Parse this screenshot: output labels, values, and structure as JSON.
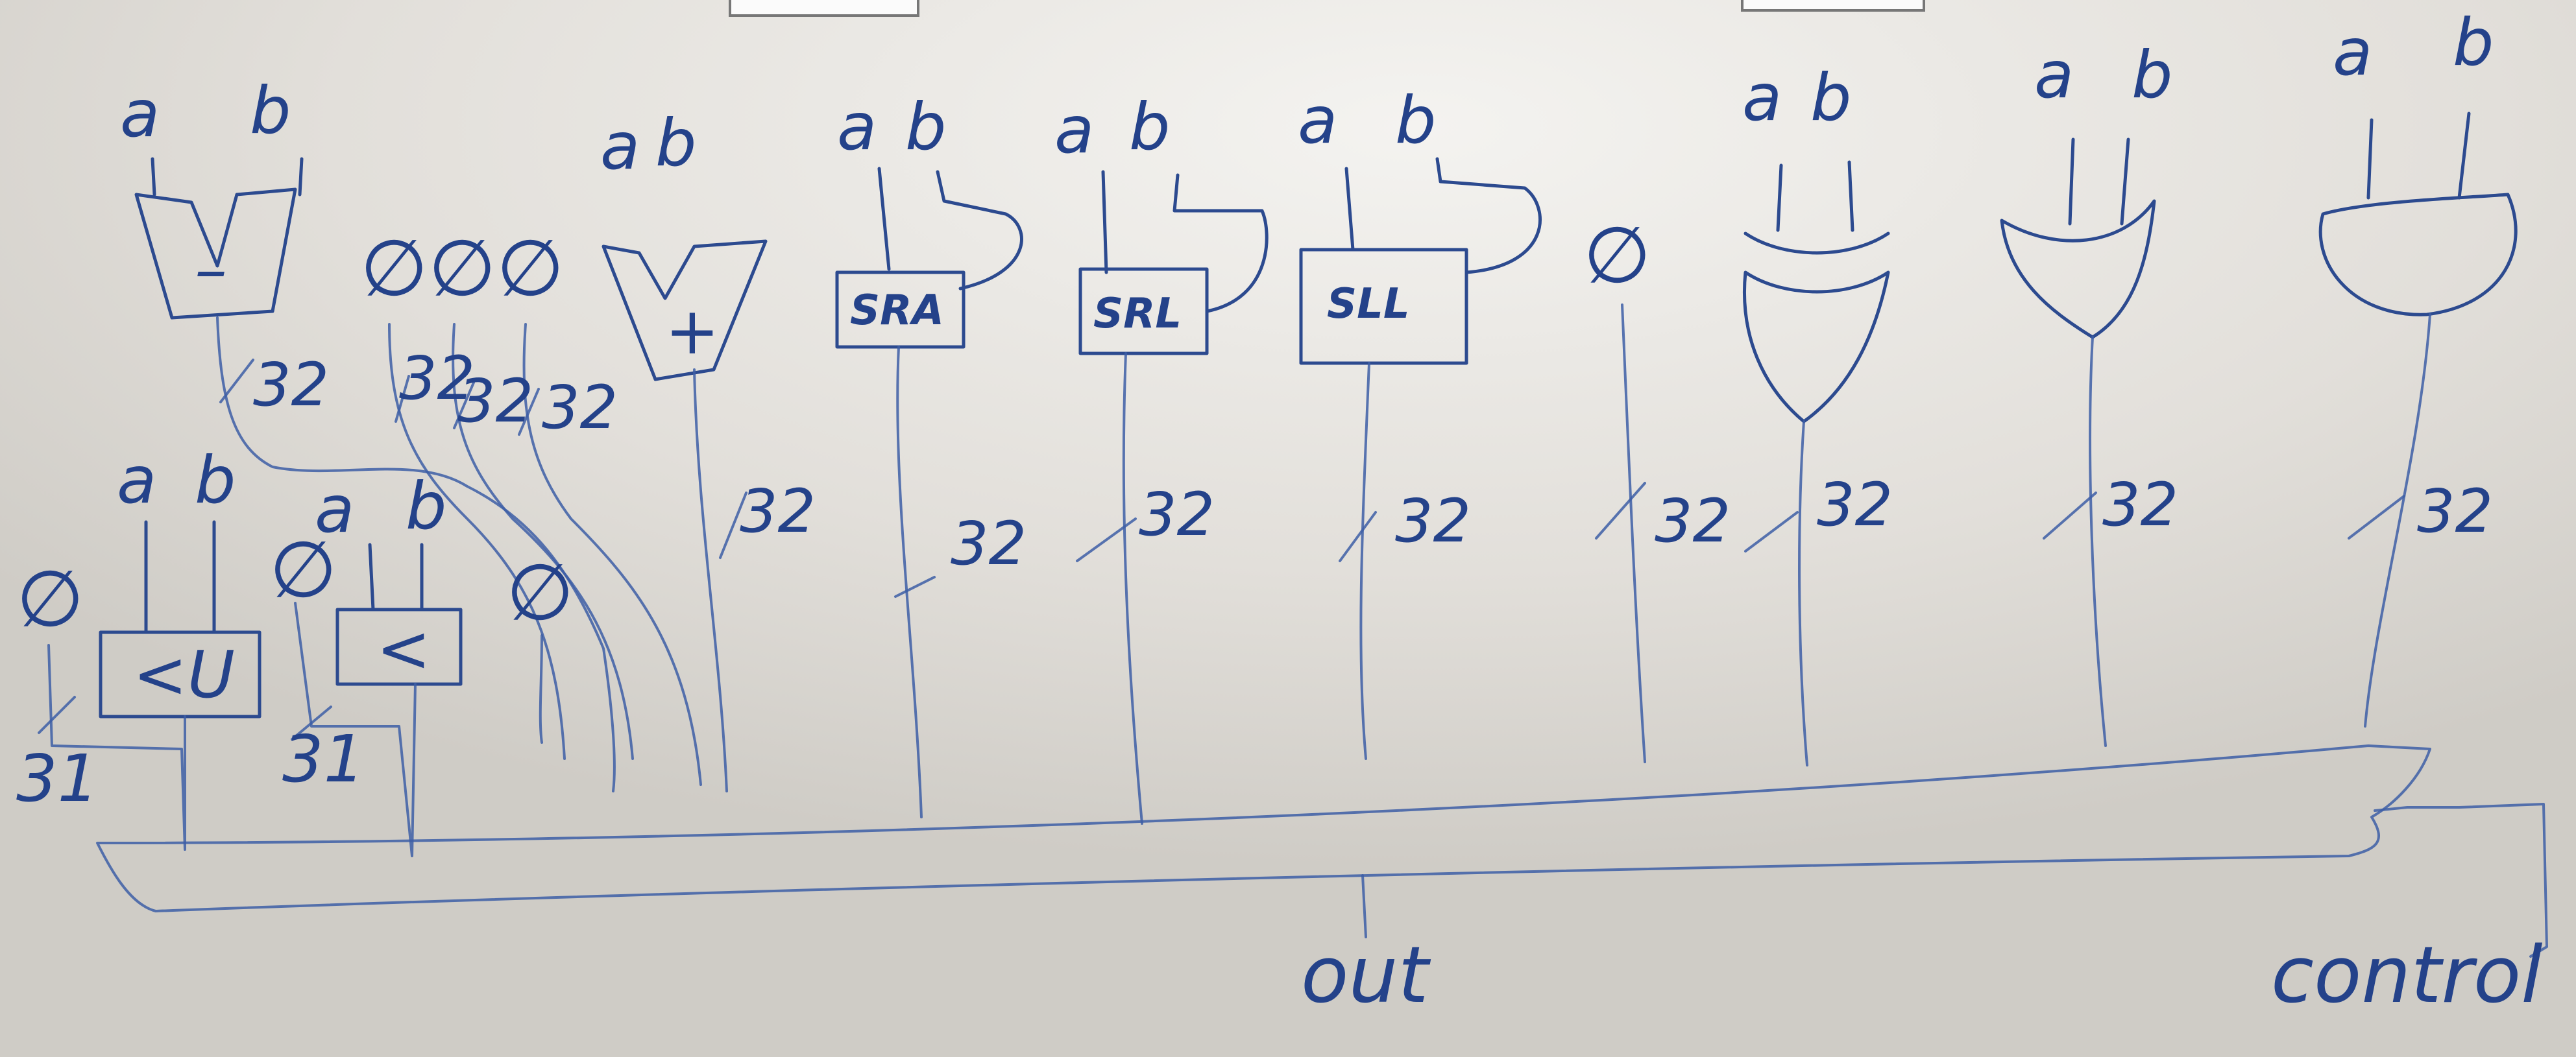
{
  "inputs": {
    "a": "a",
    "b": "b"
  },
  "zero": "∅",
  "width_32": "32",
  "width_31": "31",
  "ops": {
    "subtract": "–",
    "add": "+",
    "sra": "SRA",
    "srl": "SRL",
    "sll": "SLL",
    "less_unsigned": "<U",
    "less": "<"
  },
  "mux_output": "out",
  "mux_select": "control",
  "colors": {
    "board": "#d9d6d0",
    "marker": "#2c4a8f"
  }
}
